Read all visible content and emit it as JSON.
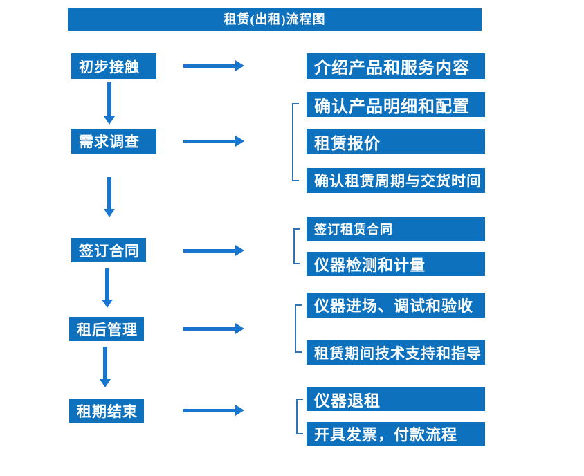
{
  "title": "租赁(出租)流程图",
  "colors": {
    "box": "#0d71bd",
    "arrow": "#1775cd",
    "bracket": "#2e74b5",
    "text": "#ffffff",
    "bg": "#ffffff"
  },
  "steps": [
    {
      "label": "初步接触",
      "details": [
        "介绍产品和服务内容"
      ]
    },
    {
      "label": "需求调查",
      "details": [
        "确认产品明细和配置",
        "租赁报价",
        "确认租赁周期与交货时间"
      ]
    },
    {
      "label": "签订合同",
      "details": [
        "签订租赁合同",
        "仪器检测和计量"
      ]
    },
    {
      "label": "租后管理",
      "details": [
        "仪器进场、调试和验收",
        "租赁期间技术支持和指导"
      ]
    },
    {
      "label": "租期结束",
      "details": [
        "仪器退租",
        "开具发票，付款流程"
      ]
    }
  ]
}
